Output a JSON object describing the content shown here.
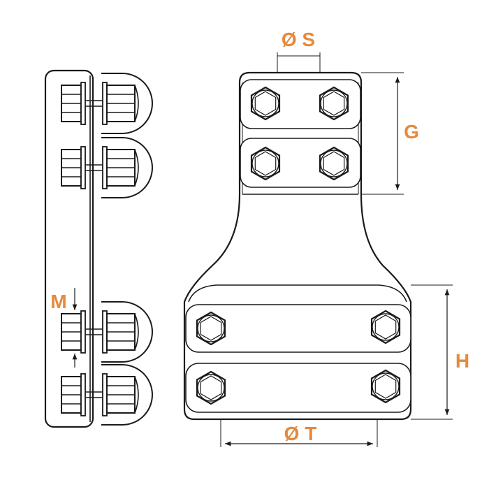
{
  "labels": {
    "dia_s": "Ø S",
    "g": "G",
    "m": "M",
    "h": "H",
    "dia_t": "Ø T"
  },
  "colors": {
    "label": "#e58a3c",
    "line": "#1a1a1a",
    "fill": "#ffffff"
  }
}
